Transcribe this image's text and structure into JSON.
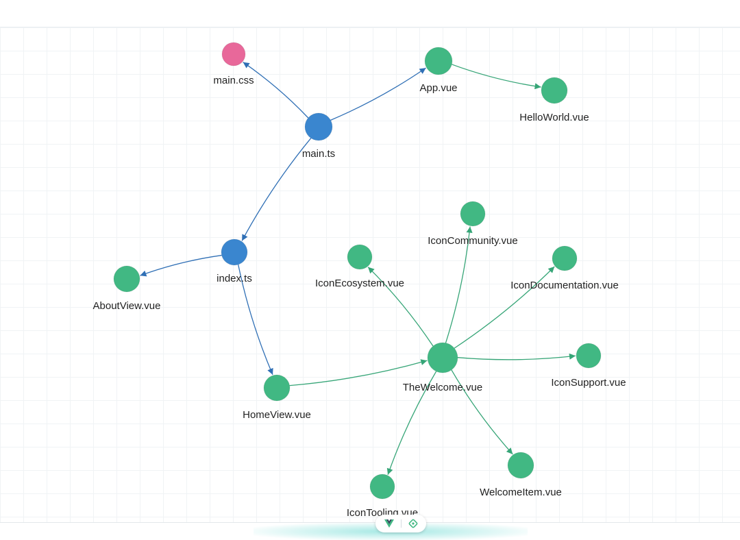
{
  "graph": {
    "nodes": [
      {
        "id": "main.css",
        "label": "main.css",
        "kind": "css"
      },
      {
        "id": "App.vue",
        "label": "App.vue",
        "kind": "vue"
      },
      {
        "id": "HelloWorld.vue",
        "label": "HelloWorld.vue",
        "kind": "vue"
      },
      {
        "id": "main.ts",
        "label": "main.ts",
        "kind": "ts"
      },
      {
        "id": "index.ts",
        "label": "index.ts",
        "kind": "ts"
      },
      {
        "id": "AboutView.vue",
        "label": "AboutView.vue",
        "kind": "vue"
      },
      {
        "id": "HomeView.vue",
        "label": "HomeView.vue",
        "kind": "vue"
      },
      {
        "id": "TheWelcome.vue",
        "label": "TheWelcome.vue",
        "kind": "vue"
      },
      {
        "id": "IconCommunity.vue",
        "label": "IconCommunity.vue",
        "kind": "vue"
      },
      {
        "id": "IconEcosystem.vue",
        "label": "IconEcosystem.vue",
        "kind": "vue"
      },
      {
        "id": "IconDocumentation.vue",
        "label": "IconDocumentation.vue",
        "kind": "vue"
      },
      {
        "id": "IconSupport.vue",
        "label": "IconSupport.vue",
        "kind": "vue"
      },
      {
        "id": "WelcomeItem.vue",
        "label": "WelcomeItem.vue",
        "kind": "vue"
      },
      {
        "id": "IconTooling.vue",
        "label": "IconTooling.vue",
        "kind": "vue"
      }
    ],
    "edges": [
      {
        "from": "main.ts",
        "to": "main.css"
      },
      {
        "from": "main.ts",
        "to": "App.vue"
      },
      {
        "from": "App.vue",
        "to": "HelloWorld.vue"
      },
      {
        "from": "main.ts",
        "to": "index.ts"
      },
      {
        "from": "index.ts",
        "to": "AboutView.vue"
      },
      {
        "from": "index.ts",
        "to": "HomeView.vue"
      },
      {
        "from": "HomeView.vue",
        "to": "TheWelcome.vue"
      },
      {
        "from": "TheWelcome.vue",
        "to": "IconCommunity.vue"
      },
      {
        "from": "TheWelcome.vue",
        "to": "IconEcosystem.vue"
      },
      {
        "from": "TheWelcome.vue",
        "to": "IconDocumentation.vue"
      },
      {
        "from": "TheWelcome.vue",
        "to": "IconSupport.vue"
      },
      {
        "from": "TheWelcome.vue",
        "to": "WelcomeItem.vue"
      },
      {
        "from": "TheWelcome.vue",
        "to": "IconTooling.vue"
      }
    ]
  },
  "colors": {
    "ts": "#3a86cf",
    "vue": "#41b883",
    "css": "#e8689a",
    "edge_ts": "#2f6fb5",
    "edge_vue": "#36a577"
  },
  "toolbar": {
    "left_icon": "vue-logo-icon",
    "right_icon": "locate-target-icon"
  }
}
